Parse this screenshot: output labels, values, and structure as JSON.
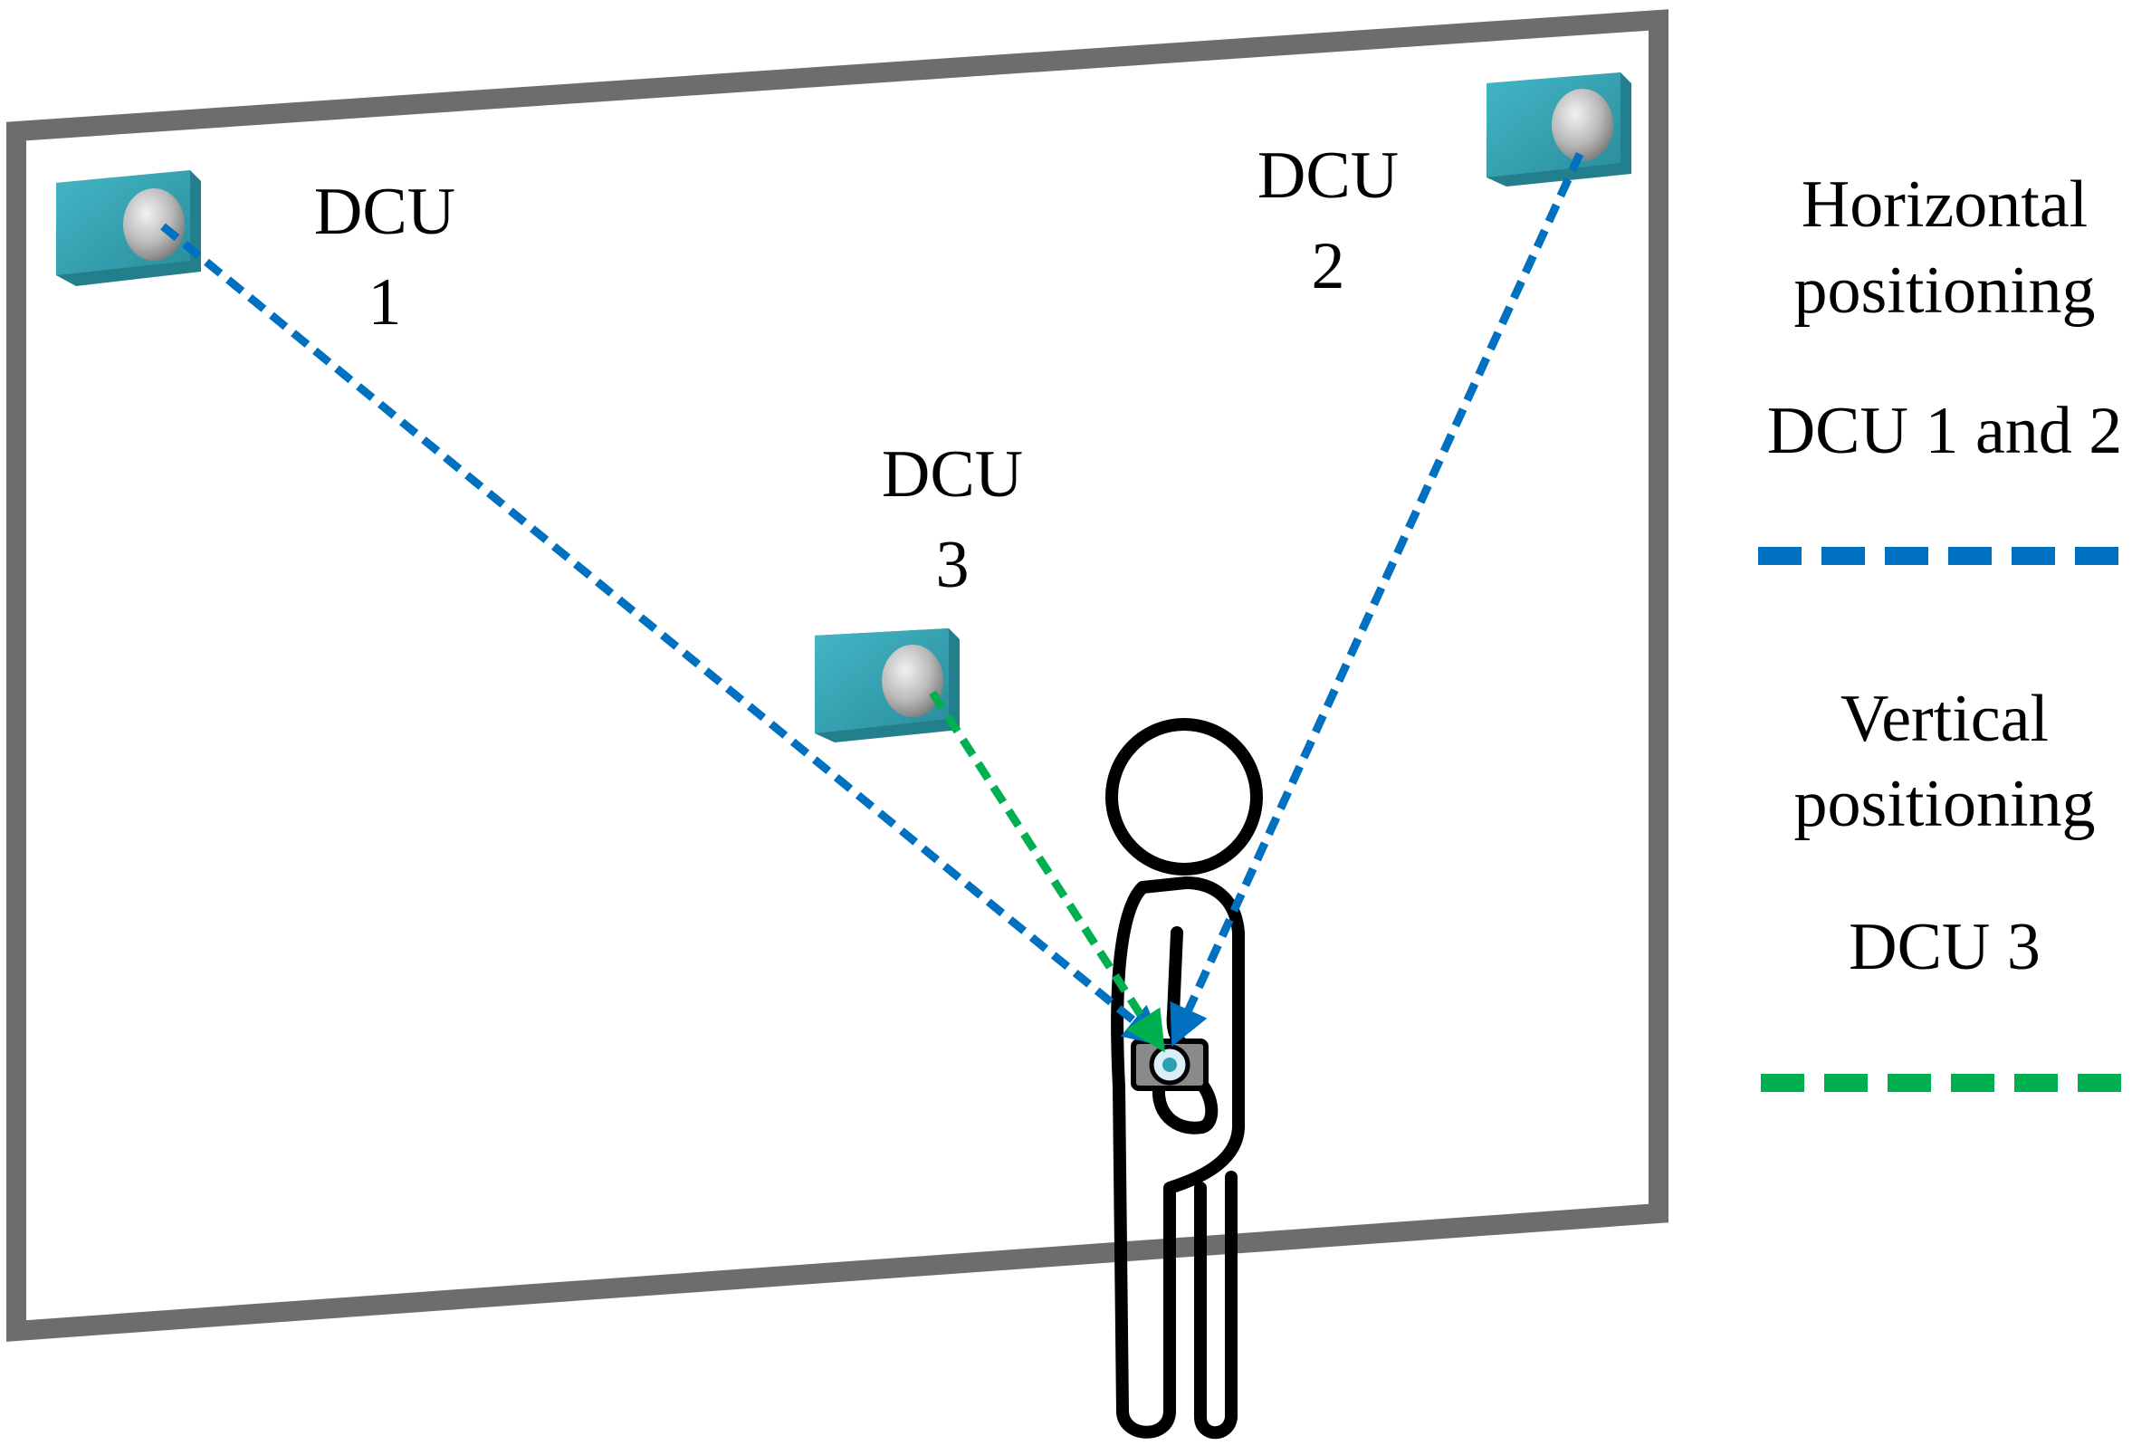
{
  "dcu_labels": {
    "dcu1": {
      "word": "DCU",
      "num": "1"
    },
    "dcu2": {
      "word": "DCU",
      "num": "2"
    },
    "dcu3": {
      "word": "DCU",
      "num": "3"
    }
  },
  "legend": {
    "horizontal": {
      "line1": "Horizontal",
      "line2": "positioning",
      "line3": "DCU 1 and 2",
      "color": "#0070C0"
    },
    "vertical": {
      "line1": "Vertical",
      "line2": "positioning",
      "line3": "DCU 3",
      "color": "#00B050"
    }
  },
  "colors": {
    "frame": "#6d6d6d",
    "dcu_body": "#2e9fb0",
    "dcu_lens": "#b5b5b5"
  }
}
